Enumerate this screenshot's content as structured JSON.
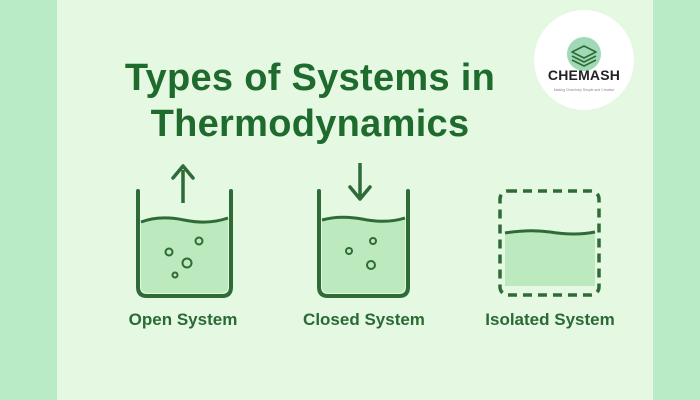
{
  "title": {
    "line1": "Types of Systems in",
    "line2": "Thermodynamics"
  },
  "logo": {
    "name": "CHEMASH",
    "tagline": "Making Chemistry Simple and Creative"
  },
  "systems": [
    {
      "label": "Open System",
      "arrow": "up"
    },
    {
      "label": "Closed System",
      "arrow": "down"
    },
    {
      "label": "Isolated System",
      "arrow": "none"
    }
  ],
  "colors": {
    "background": "#b9ebc6",
    "panel": "#e4f8e2",
    "outline": "#2e6b37",
    "liquid": "#bde9bf",
    "title": "#1f6b2e"
  }
}
